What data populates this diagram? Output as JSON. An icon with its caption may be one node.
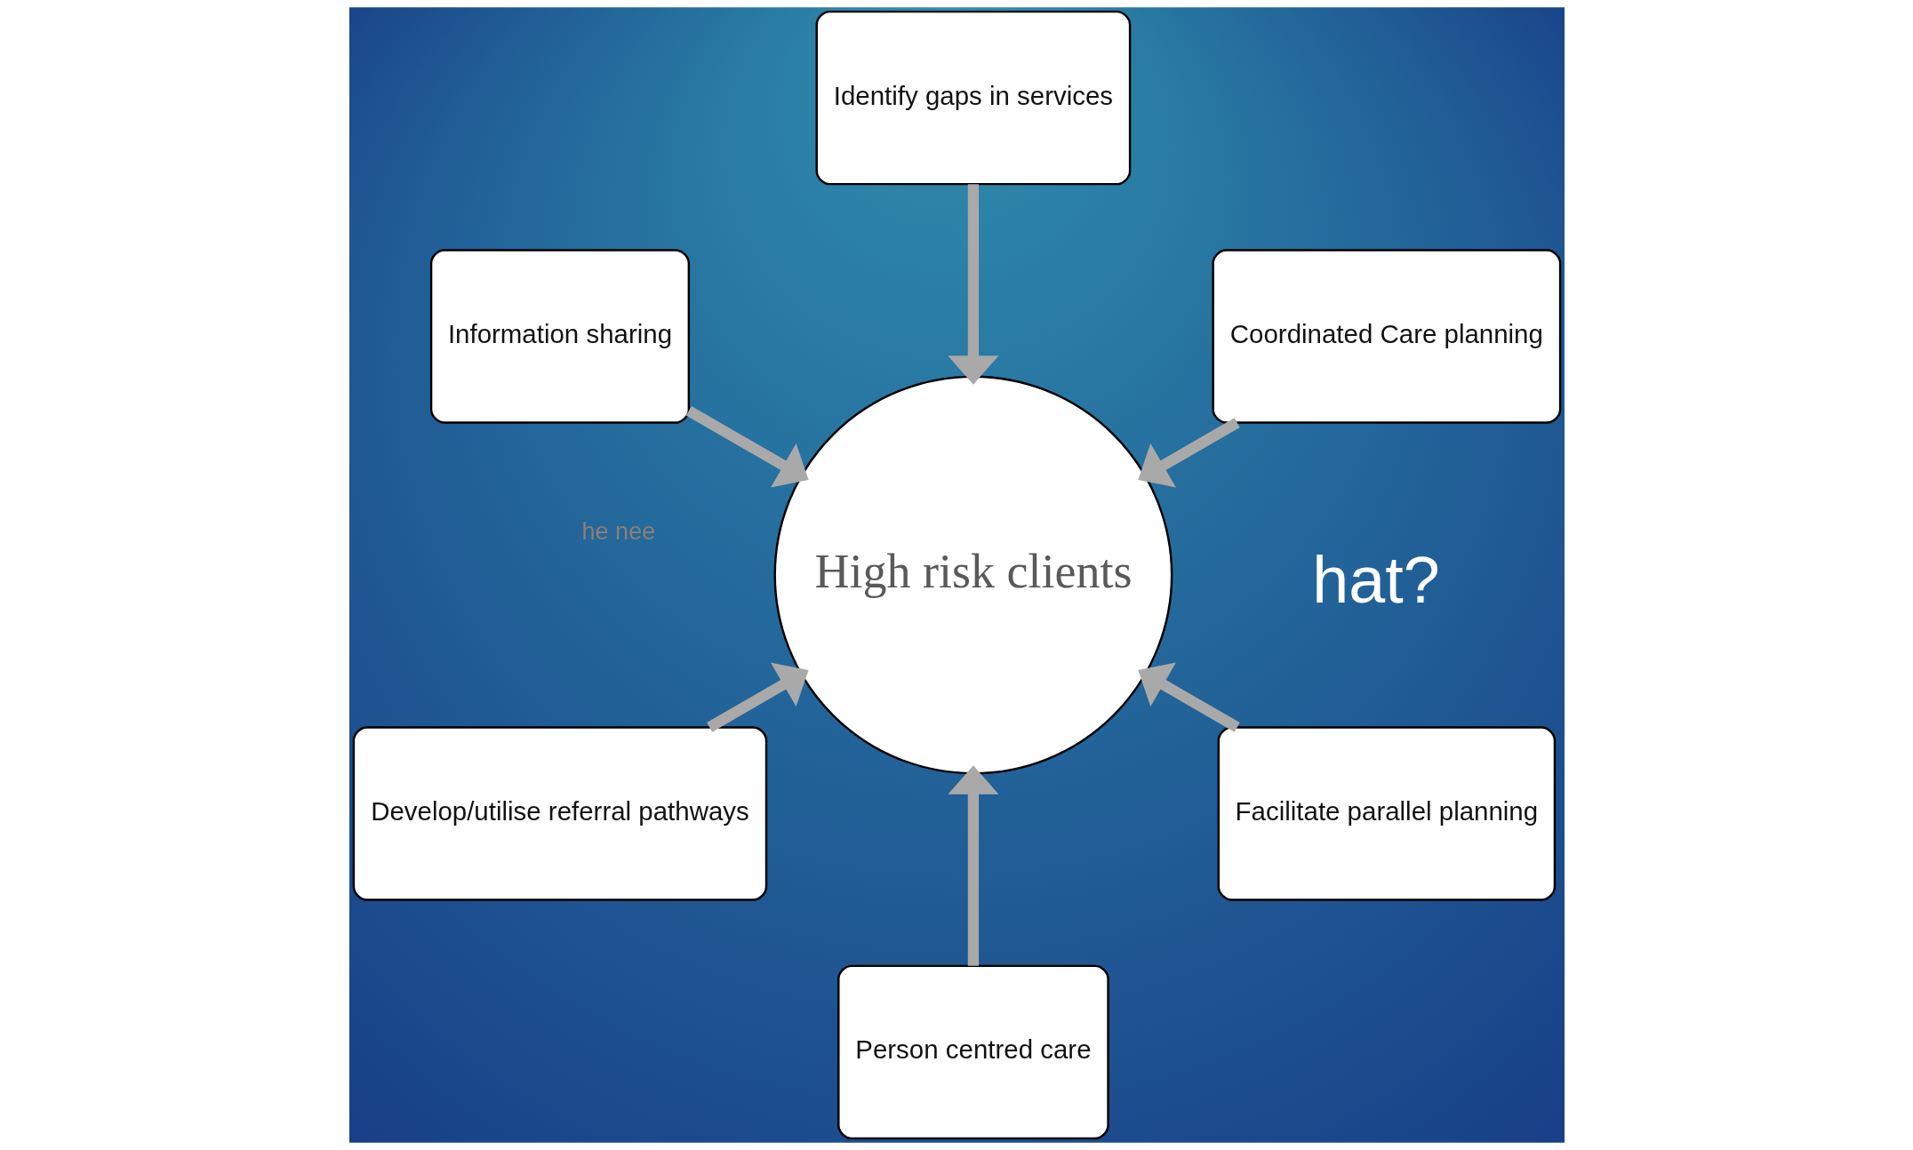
{
  "diagram": {
    "nodes": [
      {
        "text": [
          "Coordinated Care planning"
        ]
      },
      {
        "text": [
          "Identify gaps in services"
        ]
      },
      {
        "text": [
          "Information sharing"
        ]
      },
      {
        "text": [
          "Develop/utilise referral pathways"
        ]
      },
      {
        "text": [
          "Person centred care"
        ]
      },
      {
        "text": [
          "Facilitate parallel planning"
        ]
      },
      {
        "text": [
          "High risk clients"
        ]
      }
    ],
    "edges": [
      {
        "from": 0,
        "to": 6,
        "arrow": "to"
      },
      {
        "from": 1,
        "to": 6,
        "arrow": "to"
      },
      {
        "from": 2,
        "to": 6,
        "arrow": "to"
      },
      {
        "from": 3,
        "to": 6,
        "arrow": "to"
      },
      {
        "from": 4,
        "to": 6,
        "arrow": "to"
      },
      {
        "from": 5,
        "to": 6,
        "arrow": "to"
      }
    ],
    "labels": [
      "hat?",
      "he nee"
    ]
  }
}
